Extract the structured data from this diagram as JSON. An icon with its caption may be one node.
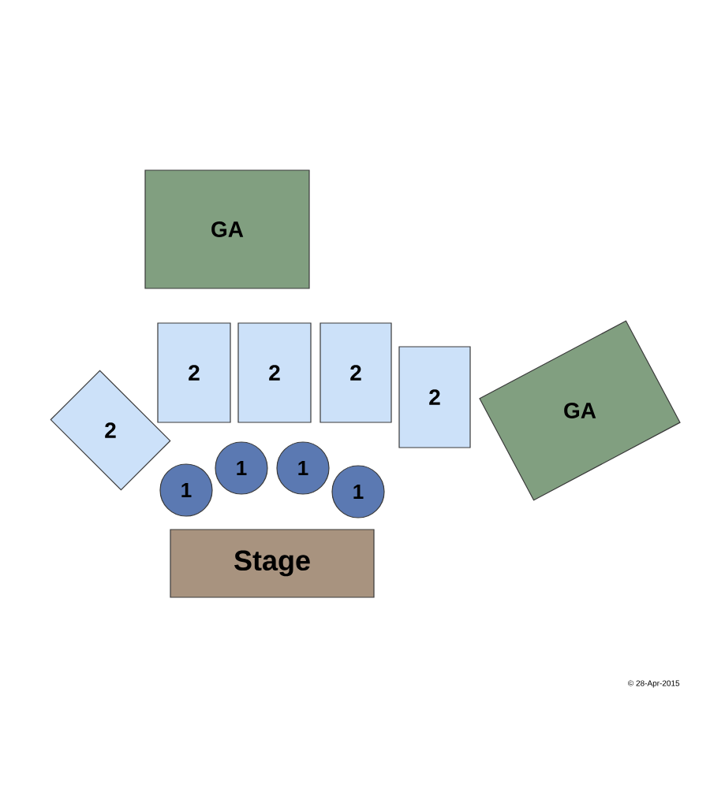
{
  "diagram": {
    "nodes": [
      {
        "text": [
          "GA"
        ]
      },
      {
        "text": [
          "2"
        ]
      },
      {
        "text": [
          "2"
        ]
      },
      {
        "text": [
          "2"
        ]
      },
      {
        "text": [
          "2"
        ]
      },
      {
        "text": [
          "2"
        ]
      },
      {
        "text": [
          "GA"
        ]
      },
      {
        "text": [
          "1"
        ]
      },
      {
        "text": [
          "1"
        ]
      },
      {
        "text": [
          "1"
        ]
      },
      {
        "text": [
          "1"
        ]
      },
      {
        "text": [
          "Stage"
        ]
      }
    ],
    "labels": [
      "© 28-Apr-2015"
    ]
  }
}
